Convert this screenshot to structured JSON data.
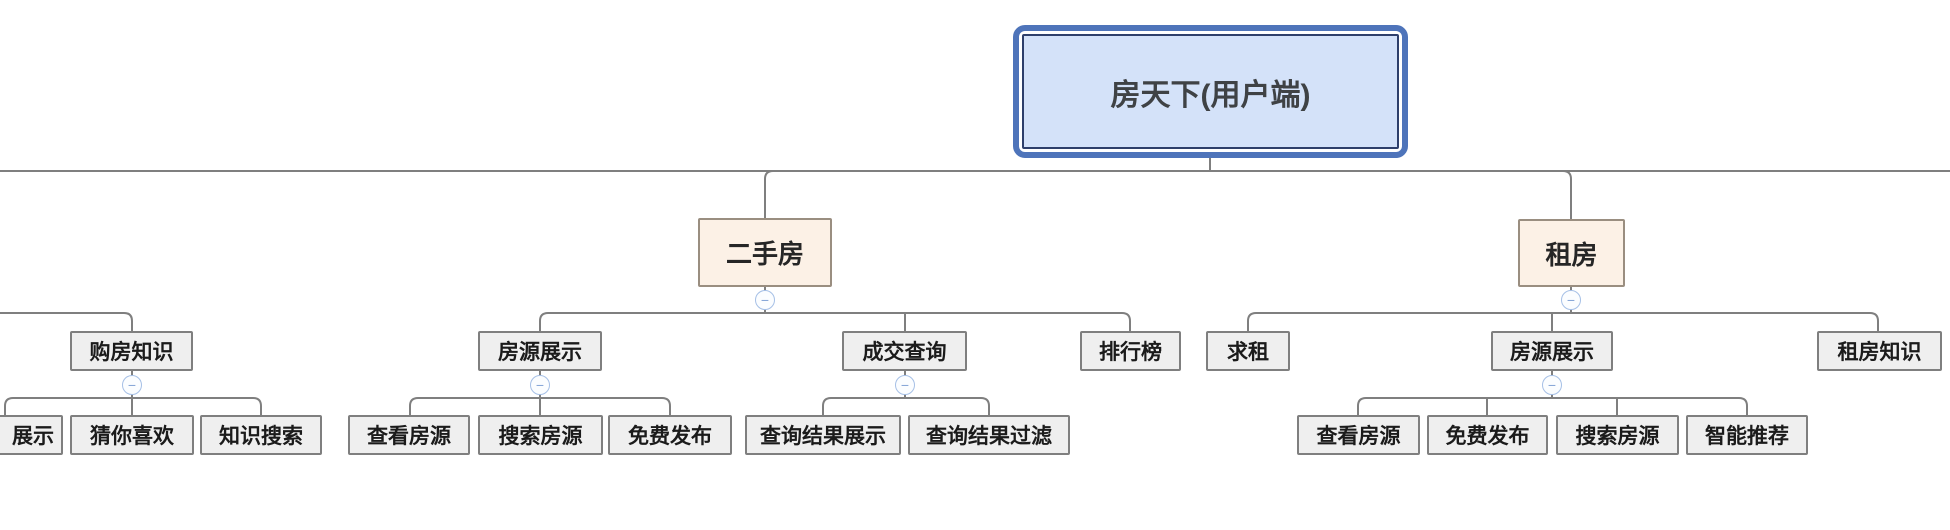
{
  "diagram_title": "房天下(用户端)",
  "nodes": {
    "root": {
      "label": "房天下(用户端)"
    },
    "ershoufang": {
      "label": "二手房"
    },
    "zufang": {
      "label": "租房"
    },
    "goufang_zhishi": {
      "label": "购房知识"
    },
    "zhanshi": {
      "label": "展示"
    },
    "cainixihuan": {
      "label": "猜你喜欢"
    },
    "zhishi_sousuo": {
      "label": "知识搜索"
    },
    "fangyuan_zhanshi_esf": {
      "label": "房源展示"
    },
    "chakan_fangyuan_esf": {
      "label": "查看房源"
    },
    "sousuo_fangyuan_esf": {
      "label": "搜索房源"
    },
    "mianfei_fabu_esf": {
      "label": "免费发布"
    },
    "chengjiao_chaxun": {
      "label": "成交查询"
    },
    "chaxun_jieguo_zhanshi": {
      "label": "查询结果展示"
    },
    "chaxun_jieguo_guolv": {
      "label": "查询结果过滤"
    },
    "paihangbang": {
      "label": "排行榜"
    },
    "qiuzu": {
      "label": "求租"
    },
    "fangyuan_zhanshi_zf": {
      "label": "房源展示"
    },
    "chakan_fangyuan_zf": {
      "label": "查看房源"
    },
    "mianfei_fabu_zf": {
      "label": "免费发布"
    },
    "sousuo_fangyuan_zf": {
      "label": "搜索房源"
    },
    "zhineng_tuijian": {
      "label": "智能推荐"
    },
    "zufang_zhishi": {
      "label": "租房知识"
    }
  },
  "structure": {
    "root": [
      "ershoufang",
      "zufang"
    ],
    "offscreen_left_branch": [
      "goufang_zhishi"
    ],
    "goufang_zhishi": [
      "zhanshi",
      "cainixihuan",
      "zhishi_sousuo"
    ],
    "ershoufang": [
      "fangyuan_zhanshi_esf",
      "chengjiao_chaxun",
      "paihangbang"
    ],
    "fangyuan_zhanshi_esf": [
      "chakan_fangyuan_esf",
      "sousuo_fangyuan_esf",
      "mianfei_fabu_esf"
    ],
    "chengjiao_chaxun": [
      "chaxun_jieguo_zhanshi",
      "chaxun_jieguo_guolv"
    ],
    "zufang": [
      "qiuzu",
      "fangyuan_zhanshi_zf",
      "zufang_zhishi"
    ],
    "fangyuan_zhanshi_zf": [
      "chakan_fangyuan_zf",
      "mianfei_fabu_zf",
      "sousuo_fangyuan_zf",
      "zhineng_tuijian"
    ]
  },
  "icons": {
    "collapse_glyph": "−"
  },
  "colors": {
    "root_fill": "#d4e2f9",
    "root_outer_border": "#4e74ba",
    "root_inner_border": "#2e3f6b",
    "branch_fill": "#fcf1e6",
    "branch_border": "#9a8e80",
    "node_fill": "#efefef",
    "node_border": "#7f7f7f",
    "connector_line": "#7f7f7f",
    "collapse_border": "#a6c0e6",
    "collapse_glyph_color": "#84a4d6"
  }
}
